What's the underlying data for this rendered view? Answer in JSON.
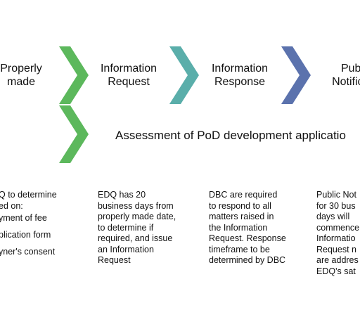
{
  "stages": [
    {
      "label": "Properly\nmade"
    },
    {
      "label": "Information\nRequest"
    },
    {
      "label": "Information\nResponse"
    },
    {
      "label": "Publ\nNotificat"
    }
  ],
  "chevron_colors": [
    "#5cb85c",
    "#5cb85c",
    "#5aaeaa",
    "#5b72ad"
  ],
  "assessment_label": "Assessment of PoD development applicatio",
  "descriptions": {
    "col1_intro": "Q to determine\ned on:",
    "col1_bullets": [
      "yment of fee",
      "plication form",
      "yner's consent"
    ],
    "col2": "EDQ has 20\nbusiness days from\nproperly made date,\nto determine if\nrequired, and issue\nan Information\nRequest",
    "col3": "DBC are required\nto respond to all\nmatters raised in\nthe Information\nRequest. Response\ntimeframe to be\ndetermined by DBC",
    "col4": "Public Not\nfor 30 bus\ndays will\ncommence\nInformatio\nRequest n\nare addres\nEDQ's sat"
  }
}
